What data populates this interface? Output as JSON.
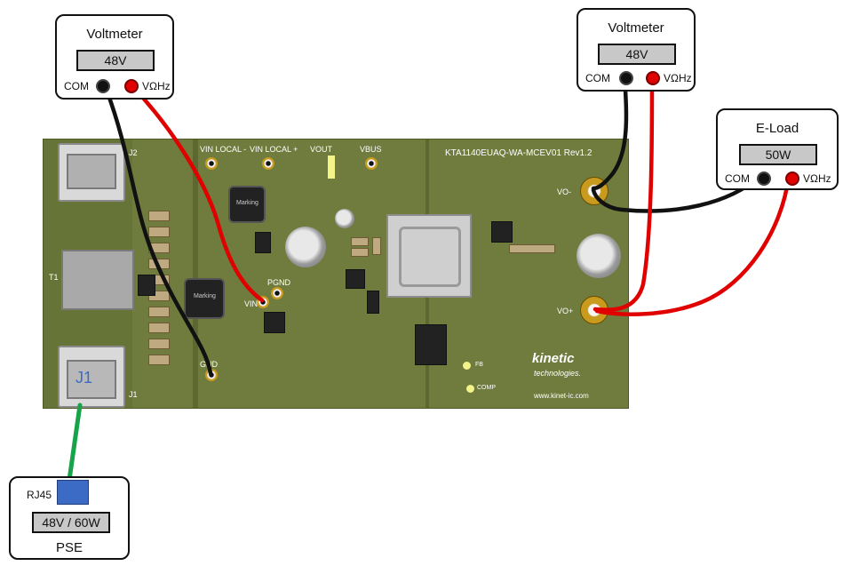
{
  "voltmeter_left": {
    "title": "Voltmeter",
    "reading": "48V",
    "com_label": "COM",
    "vohz_label": "VΩHz"
  },
  "voltmeter_right": {
    "title": "Voltmeter",
    "reading": "48V",
    "com_label": "COM",
    "vohz_label": "VΩHz"
  },
  "eload": {
    "title": "E-Load",
    "reading": "50W",
    "com_label": "COM",
    "vohz_label": "VΩHz"
  },
  "pse": {
    "title": "PSE",
    "reading": "48V / 60W",
    "rj45_label": "RJ45"
  },
  "pcb": {
    "board_name": "KTA1140EUAQ-WA-MCEV01 Rev1.2",
    "j1_label": "J1",
    "j1_silk": "J1",
    "t1_label": "T1",
    "j2_label": "J2",
    "pins": {
      "vin_local_minus": "VIN LOCAL -",
      "vin_local_plus": "VIN LOCAL +",
      "vout": "VOUT",
      "vbus": "VBUS",
      "pgnd": "PGND",
      "vin": "VIN",
      "gnd": "GND",
      "vo_minus": "VO-",
      "vo_plus": "VO+",
      "fb": "FB",
      "comp": "COMP"
    },
    "logo_top": "kinetic",
    "logo_bottom": "technologies.",
    "website": "www.kinet-ic.com",
    "inductor_marking": "Marking"
  },
  "colors": {
    "pcb_green": "#6f7c3d",
    "wire_black": "#111111",
    "wire_red": "#e10000",
    "wire_green": "#16a34a",
    "rj45_blue": "#3b6bc4",
    "display_gray": "#c8c8c8"
  }
}
